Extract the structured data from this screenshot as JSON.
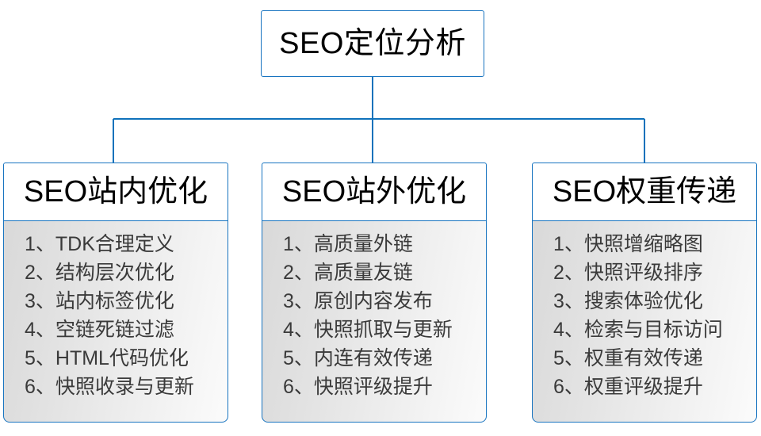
{
  "diagram": {
    "type": "org-tree",
    "root": {
      "title": "SEO定位分析"
    },
    "branches": [
      {
        "title": "SEO站内优化",
        "items": [
          "1、TDK合理定义",
          "2、结构层次优化",
          "3、站内标签优化",
          "4、空链死链过滤",
          "5、HTML代码优化",
          "6、快照收录与更新"
        ]
      },
      {
        "title": "SEO站外优化",
        "items": [
          "1、高质量外链",
          "2、高质量友链",
          "3、原创内容发布",
          "4、快照抓取与更新",
          "5、内连有效传递",
          "6、快照评级提升"
        ]
      },
      {
        "title": "SEO权重传递",
        "items": [
          "1、快照增缩略图",
          "2、快照评级排序",
          "3、搜索体验优化",
          "4、检索与目标访问",
          "5、权重有效传递",
          "6、权重评级提升"
        ]
      }
    ],
    "colors": {
      "border": "#1874c0",
      "connector": "#1072bb",
      "header_bg": "#ffffff",
      "body_bg_start": "#d9d9d9",
      "body_bg_end": "#fbfbfb",
      "title_text": "#000000",
      "item_text": "#3a3a3a",
      "canvas": "#ffffff"
    }
  }
}
